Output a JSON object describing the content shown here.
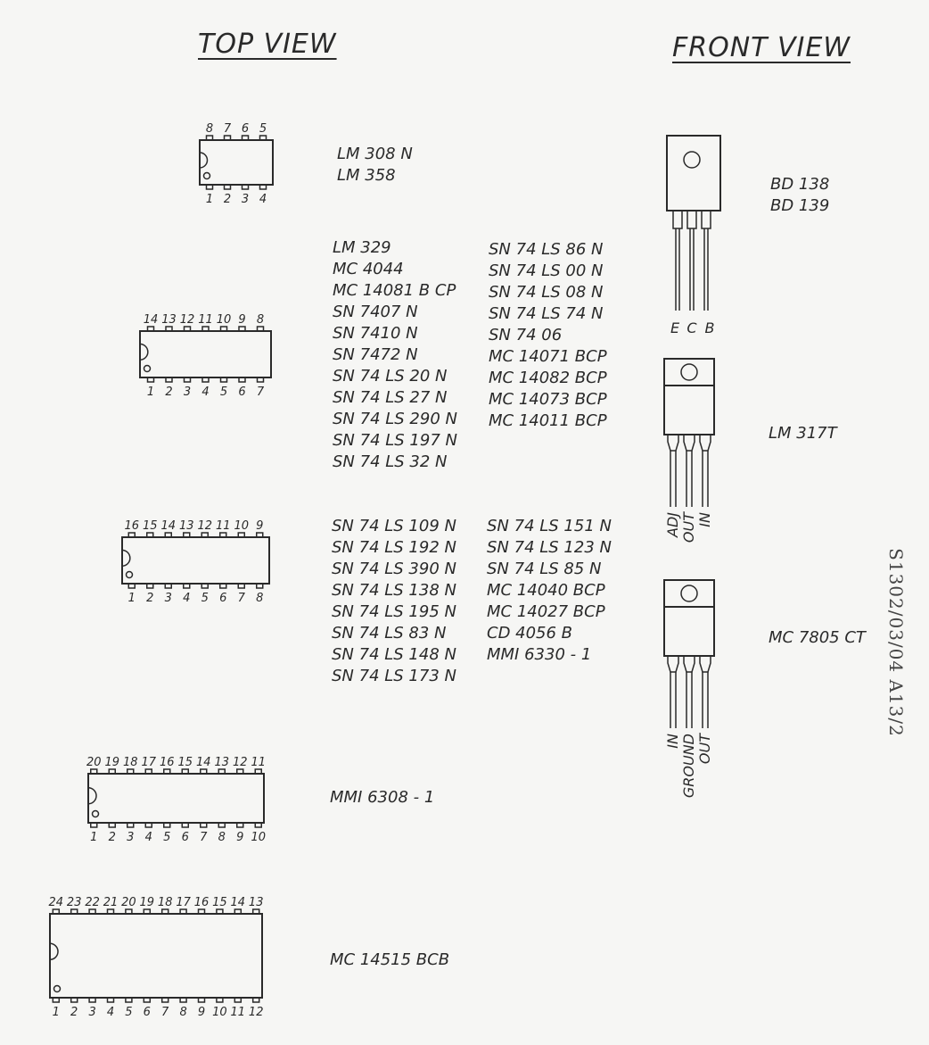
{
  "headers": {
    "top_view": "TOP VIEW",
    "front_view": "FRONT VIEW"
  },
  "dip_packages": [
    {
      "top_pins": [
        "8",
        "7",
        "6",
        "5"
      ],
      "bottom_pins": [
        "1",
        "2",
        "3",
        "4"
      ],
      "labels": [
        [
          "LM 308 N",
          "LM 358"
        ]
      ]
    },
    {
      "top_pins": [
        "14",
        "13",
        "12",
        "11",
        "10",
        "9",
        "8"
      ],
      "bottom_pins": [
        "1",
        "2",
        "3",
        "4",
        "5",
        "6",
        "7"
      ],
      "labels": [
        [
          "LM 329",
          "MC 4044",
          "MC 14081 B CP",
          "SN 7407 N",
          "SN 7410 N",
          "SN 7472 N",
          "SN 74 LS 20 N",
          "SN 74 LS 27 N",
          "SN 74 LS 290 N",
          "SN 74 LS 197 N",
          "SN 74 LS 32 N"
        ],
        [
          "SN 74 LS 86 N",
          "SN 74 LS 00 N",
          "SN 74 LS 08 N",
          "SN 74 LS 74 N",
          "SN 74 06",
          "MC 14071 BCP",
          "MC 14082 BCP",
          "MC 14073 BCP",
          "MC 14011 BCP"
        ]
      ]
    },
    {
      "top_pins": [
        "16",
        "15",
        "14",
        "13",
        "12",
        "11",
        "10",
        "9"
      ],
      "bottom_pins": [
        "1",
        "2",
        "3",
        "4",
        "5",
        "6",
        "7",
        "8"
      ],
      "labels": [
        [
          "SN 74 LS 109 N",
          "SN 74 LS 192 N",
          "SN 74 LS 390 N",
          "SN 74 LS 138 N",
          "SN 74 LS 195 N",
          "SN 74 LS 83 N",
          "SN 74 LS 148 N",
          "SN 74 LS 173 N"
        ],
        [
          "SN 74 LS 151 N",
          "SN 74 LS 123 N",
          "SN 74 LS 85 N",
          "MC 14040 BCP",
          "MC 14027 BCP",
          "CD 4056 B",
          "MMI 6330 - 1"
        ]
      ]
    },
    {
      "top_pins": [
        "20",
        "19",
        "18",
        "17",
        "16",
        "15",
        "14",
        "13",
        "12",
        "11"
      ],
      "bottom_pins": [
        "1",
        "2",
        "3",
        "4",
        "5",
        "6",
        "7",
        "8",
        "9",
        "10"
      ],
      "labels": [
        [
          "MMI 6308 - 1"
        ]
      ]
    },
    {
      "top_pins": [
        "24",
        "23",
        "22",
        "21",
        "20",
        "19",
        "18",
        "17",
        "16",
        "15",
        "14",
        "13"
      ],
      "bottom_pins": [
        "1",
        "2",
        "3",
        "4",
        "5",
        "6",
        "7",
        "8",
        "9",
        "10",
        "11",
        "12"
      ],
      "labels": [
        [
          "MC 14515 BCB"
        ]
      ]
    }
  ],
  "transistors": [
    {
      "leads": [
        "E",
        "C",
        "B"
      ],
      "labels": [
        "BD 138",
        "BD 139"
      ]
    },
    {
      "leads": [
        "ADJ",
        "OUT",
        "IN"
      ],
      "labels": [
        "LM 317T"
      ]
    },
    {
      "leads": [
        "IN",
        "GROUND",
        "OUT"
      ],
      "labels": [
        "MC 7805 CT"
      ]
    }
  ],
  "side_code": "S1302/03/04 A13/2"
}
